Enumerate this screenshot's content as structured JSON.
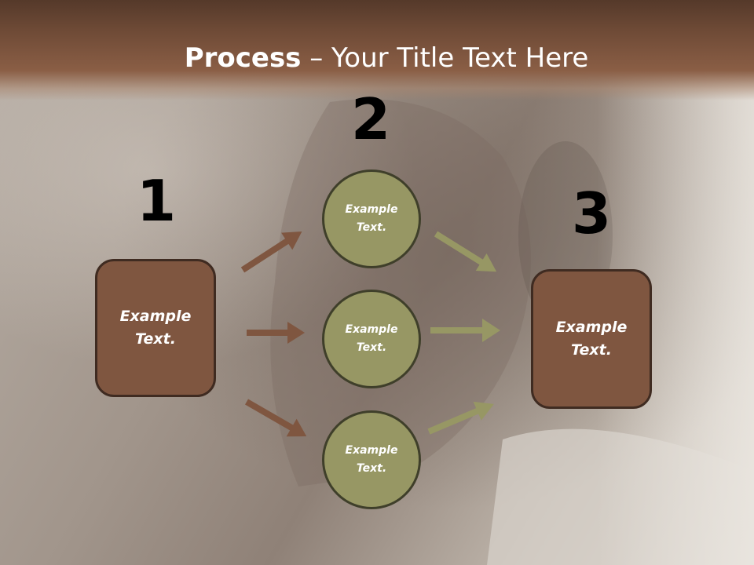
{
  "slide": {
    "title_bold": "Process",
    "title_rest": " – Your Title Text Here"
  },
  "steps": {
    "one": {
      "number": "1"
    },
    "two": {
      "number": "2"
    },
    "three": {
      "number": "3"
    }
  },
  "left_box": {
    "text": "Example Text."
  },
  "middle_circles": [
    {
      "text": "Example Text."
    },
    {
      "text": "Example Text."
    },
    {
      "text": "Example Text."
    }
  ],
  "right_box": {
    "text": "Example Text."
  },
  "colors": {
    "header_brown": "#6e4a36",
    "box_fill": "#7f5640",
    "circle_fill": "#979764",
    "arrow_brown": "#7f5640",
    "arrow_olive": "#979764"
  }
}
